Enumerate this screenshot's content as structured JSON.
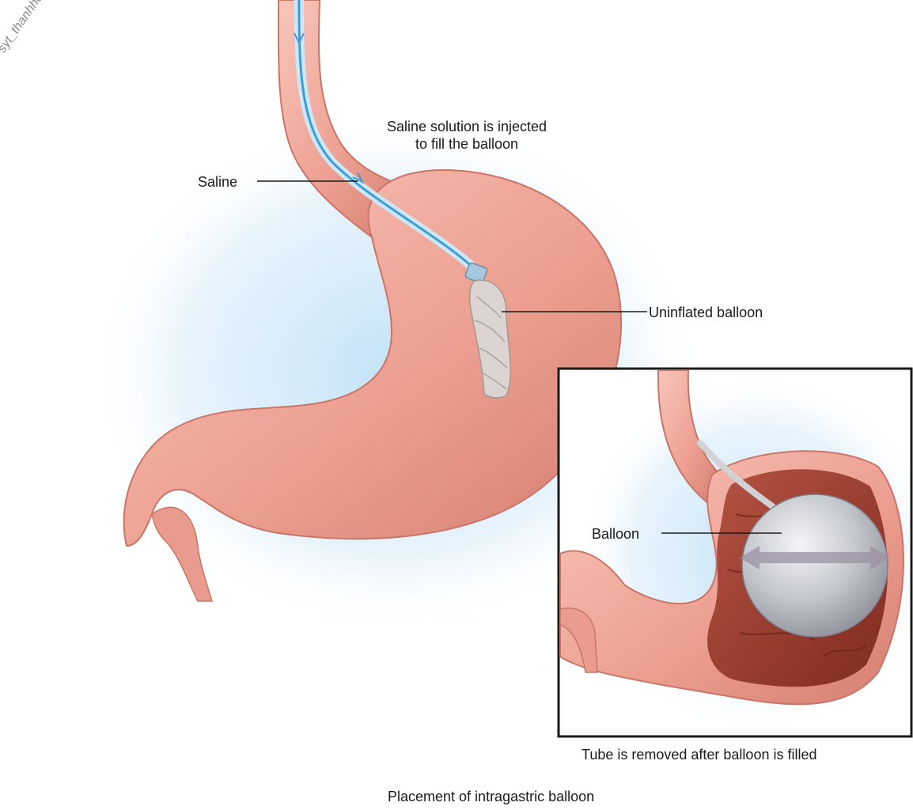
{
  "watermark": "syt_thanhhoa_vt_",
  "labels": {
    "injection_line1": "Saline solution is injected",
    "injection_line2": "to fill the balloon",
    "saline": "Saline",
    "uninflated_balloon": "Uninflated balloon",
    "balloon": "Balloon",
    "inset_caption": "Tube is removed after balloon is filled",
    "figure_caption": "Placement of intragastric balloon"
  },
  "colors": {
    "stomach": "#eea596",
    "stomach_dark": "#c96a5e",
    "stomach_interior": "#9c3f30",
    "saline_line": "#3c9ed6",
    "glow": "#bfe0f6",
    "balloon": "#c9ccd2"
  }
}
